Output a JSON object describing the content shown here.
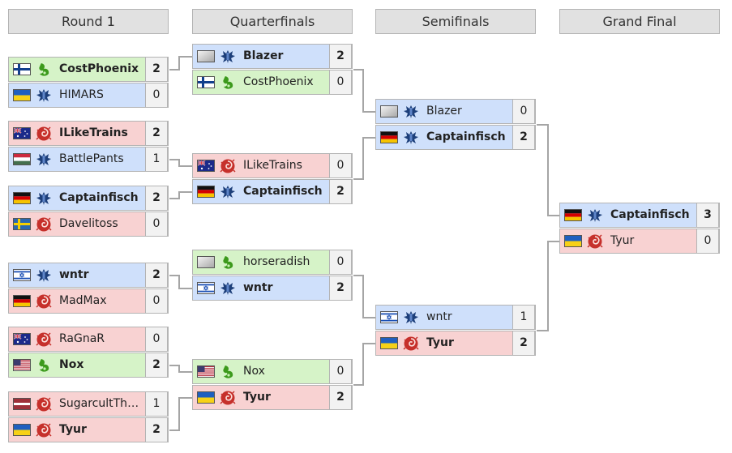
{
  "rounds": [
    "Round 1",
    "Quarterfinals",
    "Semifinals",
    "Grand Final"
  ],
  "colors": {
    "terran_bg": "#cfe0fb",
    "protoss_bg": "#d6f3c8",
    "zerg_bg": "#f8d2d2",
    "terran_icon": "#1d3f7a",
    "protoss_icon": "#3c9a1c",
    "zerg_icon": "#c6302b",
    "connector": "#a5a5a5"
  },
  "matches": {
    "r1_m1": [
      {
        "name": "CostPhoenix",
        "score": "2",
        "race": "protoss",
        "flag": "fi",
        "winner": true
      },
      {
        "name": "HIMARS",
        "score": "0",
        "race": "terran",
        "flag": "ua",
        "winner": false
      }
    ],
    "r1_m2": [
      {
        "name": "ILikeTrains",
        "score": "2",
        "race": "zerg",
        "flag": "au",
        "winner": true
      },
      {
        "name": "BattlePants",
        "score": "1",
        "race": "terran",
        "flag": "hu",
        "winner": false
      }
    ],
    "r1_m3": [
      {
        "name": "Captainfisch",
        "score": "2",
        "race": "terran",
        "flag": "de",
        "winner": true
      },
      {
        "name": "Davelitoss",
        "score": "0",
        "race": "zerg",
        "flag": "se",
        "winner": false
      }
    ],
    "r1_m4": [
      {
        "name": "wntr",
        "score": "2",
        "race": "terran",
        "flag": "il",
        "winner": true
      },
      {
        "name": "MadMax",
        "score": "0",
        "race": "zerg",
        "flag": "de",
        "winner": false
      }
    ],
    "r1_m5": [
      {
        "name": "RaGnaR",
        "score": "0",
        "race": "zerg",
        "flag": "au",
        "winner": false
      },
      {
        "name": "Nox",
        "score": "2",
        "race": "protoss",
        "flag": "us",
        "winner": true
      }
    ],
    "r1_m6": [
      {
        "name": "SugarcultThe…",
        "score": "1",
        "race": "zerg",
        "flag": "lv",
        "winner": false
      },
      {
        "name": "Tyur",
        "score": "2",
        "race": "zerg",
        "flag": "ua",
        "winner": true
      }
    ],
    "qf_m1": [
      {
        "name": "Blazer",
        "score": "2",
        "race": "terran",
        "flag": "none",
        "winner": true
      },
      {
        "name": "CostPhoenix",
        "score": "0",
        "race": "protoss",
        "flag": "fi",
        "winner": false
      }
    ],
    "qf_m2": [
      {
        "name": "ILikeTrains",
        "score": "0",
        "race": "zerg",
        "flag": "au",
        "winner": false
      },
      {
        "name": "Captainfisch",
        "score": "2",
        "race": "terran",
        "flag": "de",
        "winner": true
      }
    ],
    "qf_m3": [
      {
        "name": "horseradish",
        "score": "0",
        "race": "protoss",
        "flag": "none",
        "winner": false
      },
      {
        "name": "wntr",
        "score": "2",
        "race": "terran",
        "flag": "il",
        "winner": true
      }
    ],
    "qf_m4": [
      {
        "name": "Nox",
        "score": "0",
        "race": "protoss",
        "flag": "us",
        "winner": false
      },
      {
        "name": "Tyur",
        "score": "2",
        "race": "zerg",
        "flag": "ua",
        "winner": true
      }
    ],
    "sf_m1": [
      {
        "name": "Blazer",
        "score": "0",
        "race": "terran",
        "flag": "none",
        "winner": false
      },
      {
        "name": "Captainfisch",
        "score": "2",
        "race": "terran",
        "flag": "de",
        "winner": true
      }
    ],
    "sf_m2": [
      {
        "name": "wntr",
        "score": "1",
        "race": "terran",
        "flag": "il",
        "winner": false
      },
      {
        "name": "Tyur",
        "score": "2",
        "race": "zerg",
        "flag": "ua",
        "winner": true
      }
    ],
    "gf_m1": [
      {
        "name": "Captainfisch",
        "score": "3",
        "race": "terran",
        "flag": "de",
        "winner": true
      },
      {
        "name": "Tyur",
        "score": "0",
        "race": "zerg",
        "flag": "ua",
        "winner": false
      }
    ]
  }
}
